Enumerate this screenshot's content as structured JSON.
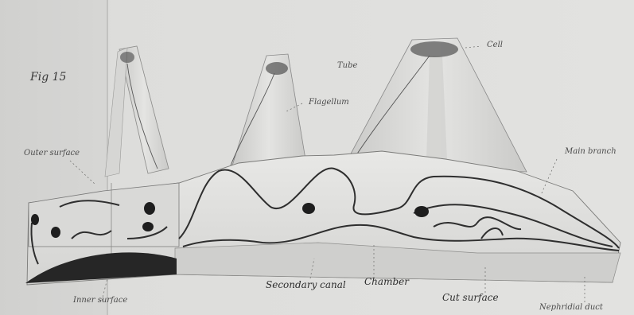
{
  "figure": {
    "number_label": "Fig 15",
    "labels": {
      "outer_surface": "Outer surface",
      "tube": "Tube",
      "cell": "Cell",
      "flagellum": "Flagellum",
      "main_branch": "Main branch",
      "inner_surface": "Inner surface",
      "secondary_canal": "Secondary canal",
      "chamber": "Chamber",
      "cut_surface": "Cut surface",
      "nephridial_duct": "Nephridial duct"
    }
  }
}
